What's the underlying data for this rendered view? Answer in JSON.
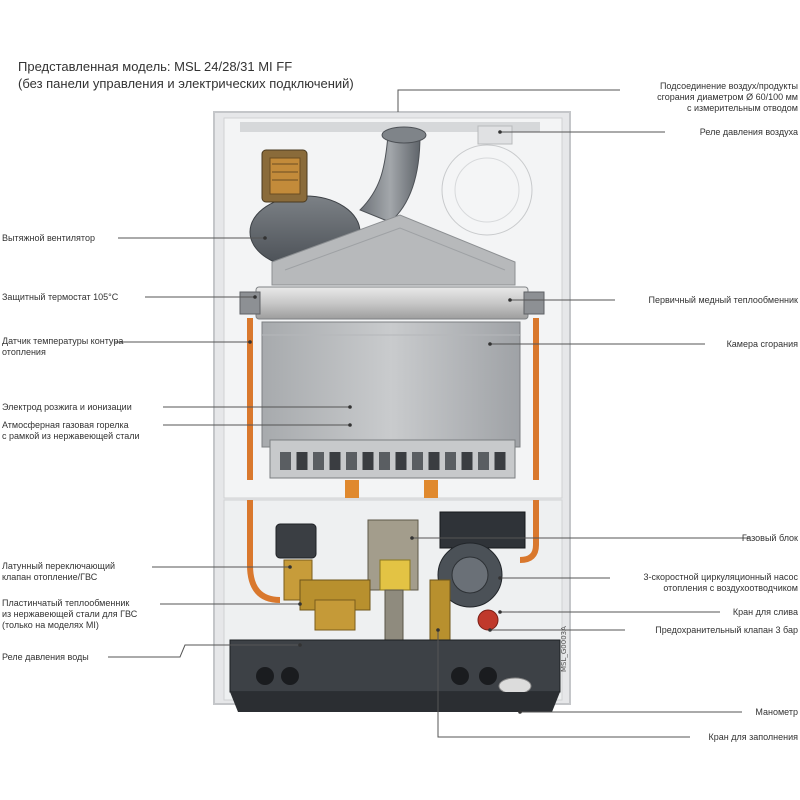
{
  "title": {
    "line1": "Представленная модель: MSL 24/28/31 MI FF",
    "line2": "(без панели управления и электрических подключений)"
  },
  "labels": {
    "air_connection": [
      "Подсоединение воздух/продукты",
      "сгорания диаметром Ø 60/100 мм",
      "с измерительным отводом"
    ],
    "air_pressure_relay": "Реле давления воздуха",
    "exhaust_fan": "Вытяжной вентилятор",
    "safety_thermostat": "Защитный термостат 105°C",
    "heating_temp_sensor": [
      "Датчик температуры контура",
      "отопления"
    ],
    "ignition_electrode": "Электрод розжига и ионизации",
    "gas_burner": [
      "Атмосферная газовая горелка",
      "с рамкой из нержавеющей стали"
    ],
    "primary_exchanger": "Первичный медный теплообменник",
    "combustion_chamber": "Камера сгорания",
    "gas_valve": "Газовый блок",
    "diverter_valve": [
      "Латунный переключающий",
      "клапан отопление/ГВС"
    ],
    "circulation_pump": [
      "3-скоростной циркуляционный насос",
      "отопления с воздухоотводчиком"
    ],
    "plate_exchanger": [
      "Пластинчатый теплообменник",
      "из нержавеющей стали для ГВС",
      "(только на моделях MI)"
    ],
    "drain_tap": "Кран для слива",
    "safety_valve": "Предохранительный клапан 3 бар",
    "water_pressure_relay": "Реле давления воды",
    "manometer": "Манометр",
    "fill_tap": "Кран для заполнения"
  },
  "image_code": "MSL_G0003A",
  "colors": {
    "casing": "#e6e7e9",
    "copper_pipe": "#d9782d",
    "brass": "#b8902e",
    "pump_gray": "#3f454b",
    "leader_line": "#555555"
  }
}
